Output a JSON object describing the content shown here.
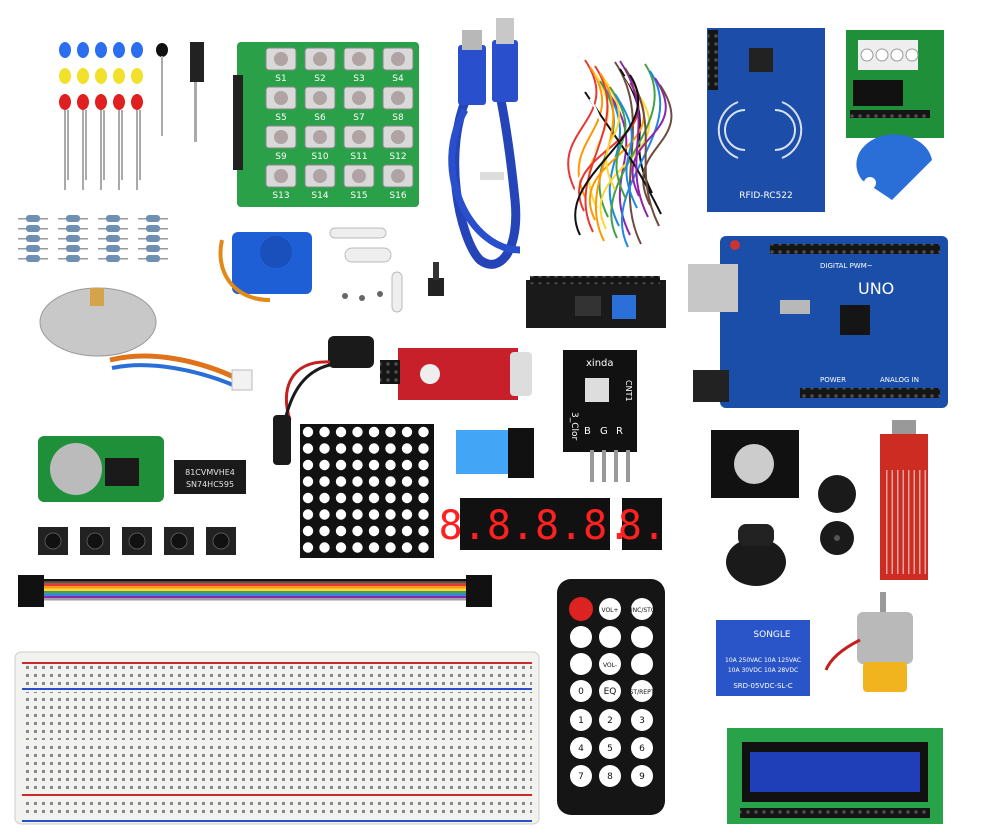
{
  "keypad": {
    "keys": [
      "S1",
      "S2",
      "S3",
      "S4",
      "S5",
      "S6",
      "S7",
      "S8",
      "S9",
      "S10",
      "S11",
      "S12",
      "S13",
      "S14",
      "S15",
      "S16"
    ]
  },
  "rfid": {
    "label": "RFID-RC522"
  },
  "arduino": {
    "brand": "UNO",
    "header_text": "DIGITAL PWM~",
    "power_label": "POWER",
    "analog_label": "ANALOG IN"
  },
  "chip_595": {
    "line1": "81CVMVHE4",
    "line2": "SN74HC595"
  },
  "rgb_module": {
    "brand": "xinda",
    "side_label": "3_Clor",
    "cnt": "CNT1",
    "pins": [
      "B",
      "G",
      "R"
    ]
  },
  "segment_display": {
    "four_digit": "8.8.8.8.",
    "one_digit": "8."
  },
  "remote": {
    "buttons": [
      "VOL+",
      "FUNC/STOP",
      "VOL-",
      "EQ",
      "ST/REPT",
      "0",
      "1",
      "2",
      "3",
      "4",
      "5",
      "6",
      "7",
      "8",
      "9"
    ]
  },
  "relay": {
    "brand": "SONGLE",
    "line1": "10A 250VAC 10A 125VAC",
    "line2": "10A 30VDC 10A 28VDC",
    "model": "SRD-05VDC-SL-C"
  },
  "colors": {
    "pcb_green": "#1e8b3a",
    "pcb_blue": "#1a4a9e",
    "pcb_red": "#c8202a",
    "lcd_blue": "#1f3fb8",
    "servo_blue": "#1e5fd6",
    "segment_red": "#ff2020"
  }
}
